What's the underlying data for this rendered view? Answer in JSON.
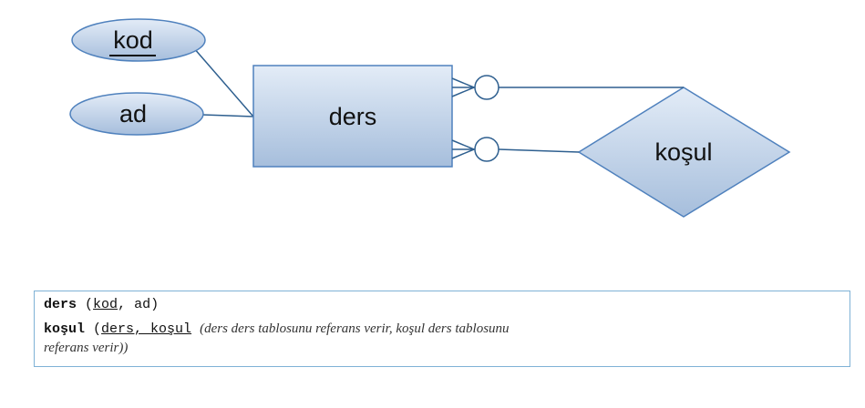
{
  "diagram": {
    "attributes": [
      {
        "text": "kod",
        "primary_key": true
      },
      {
        "text": "ad",
        "primary_key": false
      }
    ],
    "entity": {
      "text": "ders"
    },
    "relationship": {
      "text": "koşul"
    },
    "colors": {
      "fill_light": "#e3ecf7",
      "fill_dark": "#a6bedc",
      "stroke": "#4f81bd",
      "line": "#2e5f8f"
    }
  },
  "schema": {
    "row1": {
      "name": "ders",
      "open": "(",
      "key": "kod",
      "rest": ", ad)"
    },
    "row2": {
      "name": "koşul",
      "open": "(",
      "keys": "ders, koşul",
      "note_line1": "(ders ders tablosunu referans verir, koşul ders tablosunu",
      "note_line2": "referans verir))"
    }
  }
}
